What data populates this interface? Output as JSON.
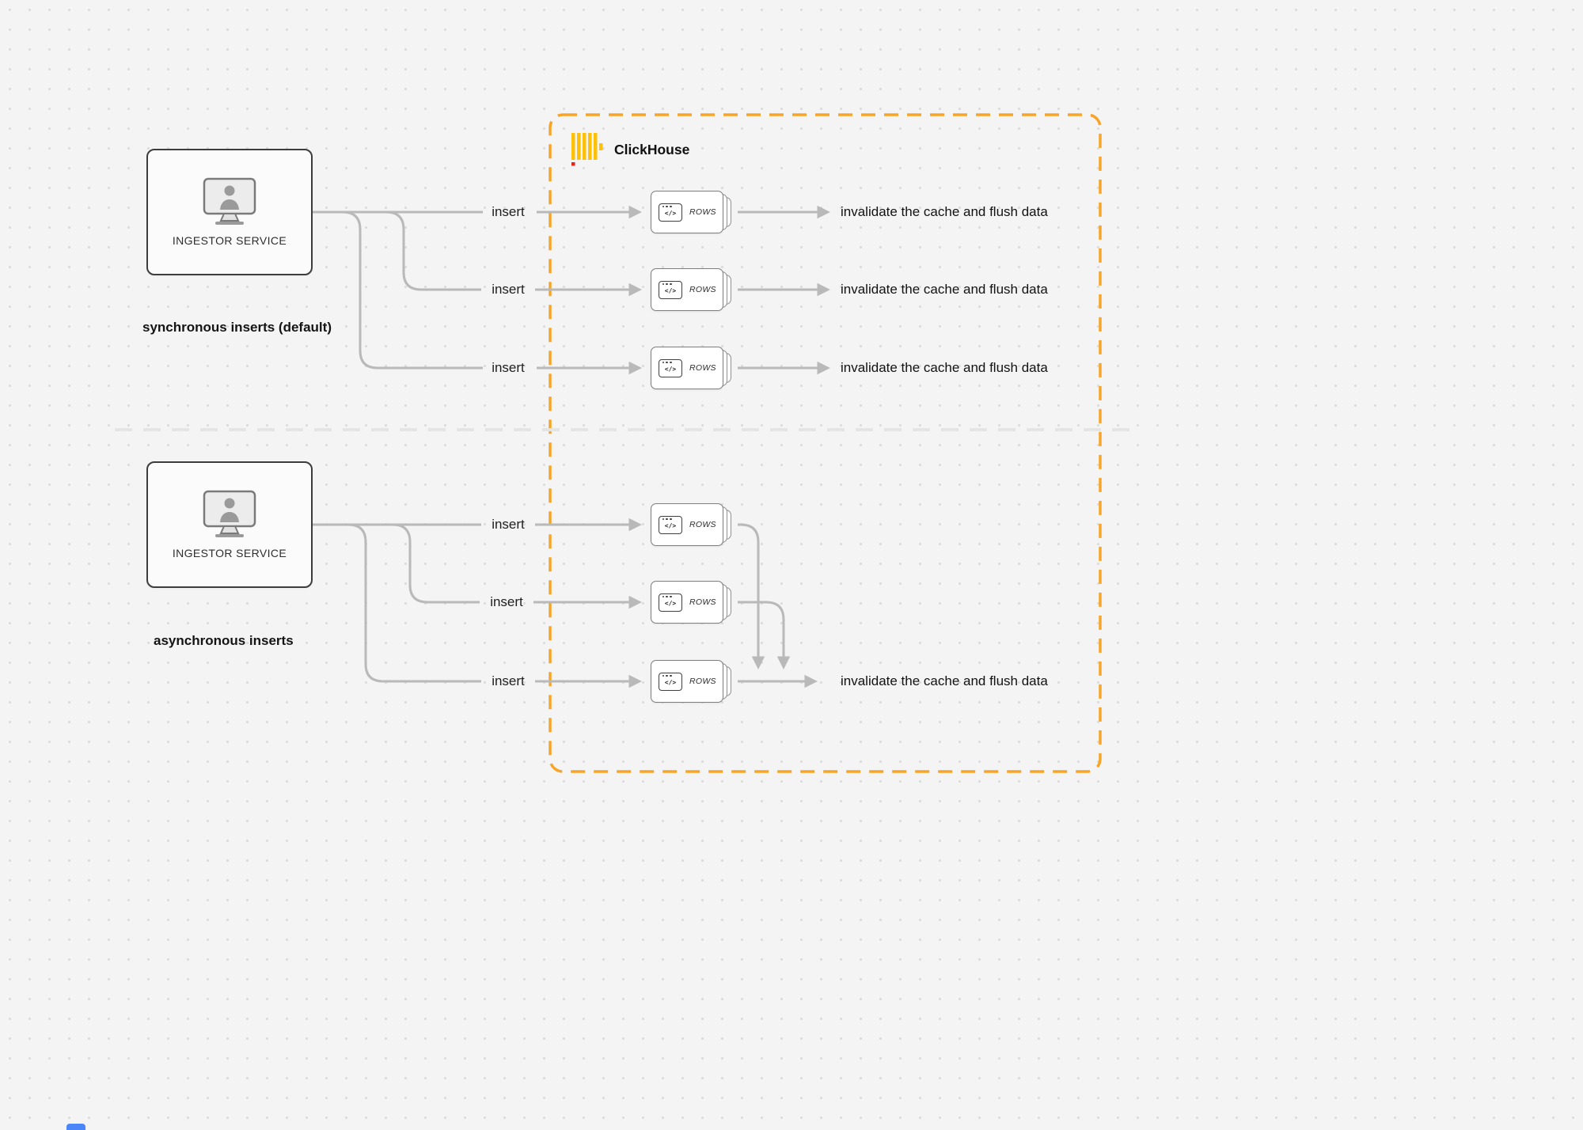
{
  "colors": {
    "background": "#f4f4f5",
    "dot": "#dcdcdd",
    "line": "#b9b9b9",
    "divider": "#e4e4e4",
    "accent_orange": "#F7A528",
    "logo_yellow": "#FFC008",
    "logo_red": "#E1261C",
    "box_border": "#3d3d3d",
    "text": "#1c1c1c",
    "artifact_blue": "#4a86f7"
  },
  "clickhouse": {
    "label": "ClickHouse"
  },
  "ingestor": {
    "label": "INGESTOR SERVICE"
  },
  "labels": {
    "insert": "insert",
    "invalidate": "invalidate the cache and flush data",
    "rows": "ROWS",
    "code_glyph": "</>"
  },
  "sections": {
    "sync": {
      "caption": "synchronous inserts (default)"
    },
    "async": {
      "caption": "asynchronous inserts"
    }
  }
}
